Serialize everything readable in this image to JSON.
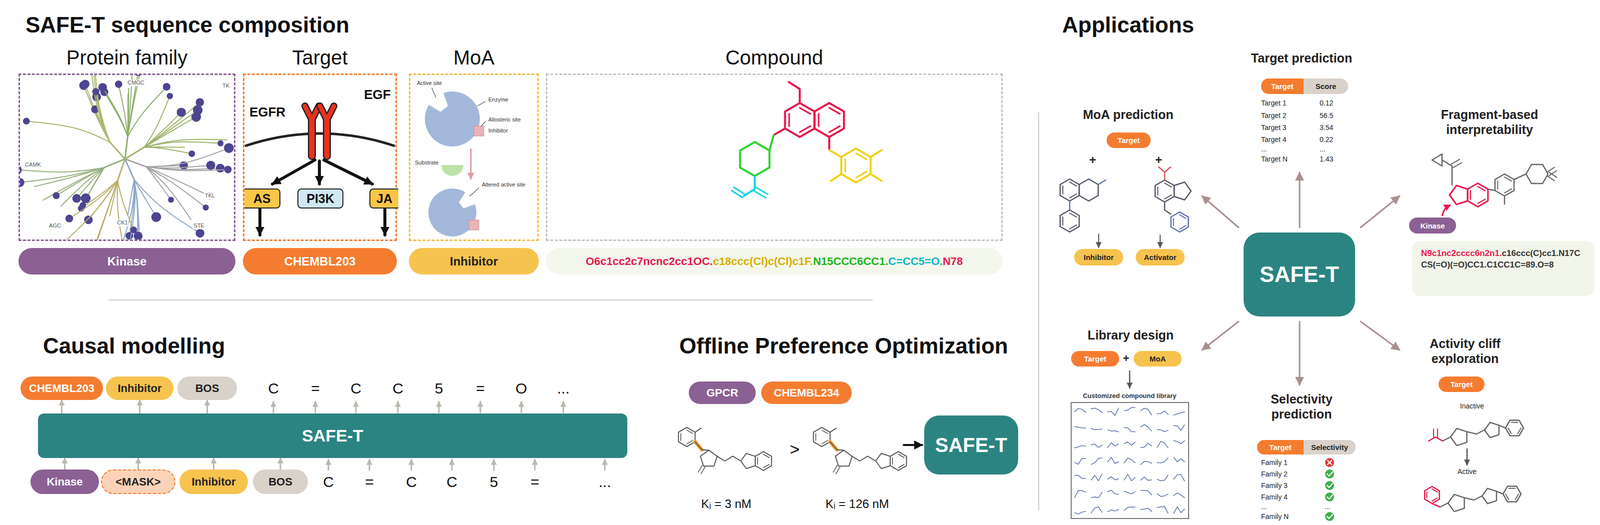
{
  "diagram": {
    "title": "SAFE-T sequence composition",
    "nodes": [
      {
        "text": [
          "Protein family"
        ]
      },
      {
        "text": [
          "Target"
        ]
      },
      {
        "text": [
          "AS"
        ],
        "in": 1
      },
      {
        "text": [
          "PI3K"
        ],
        "in": 1
      },
      {
        "text": [
          "JA"
        ],
        "in": 1
      },
      {
        "text": [
          "MoA"
        ]
      },
      {
        "text": [
          "Compound"
        ]
      },
      {
        "text": [
          "Kinase"
        ]
      },
      {
        "text": [
          "CHEMBL203"
        ]
      },
      {
        "text": [
          "Inhibitor"
        ]
      },
      {
        "text": [
          "O6c1cc2c7ncnc2cc1OC.",
          "c18ccc(Cl)c(Cl)c1F.",
          "N15CCC6CC1.",
          "C=CC5=O.",
          "N78"
        ]
      },
      {
        "text": [
          "CHEMBL203"
        ]
      },
      {
        "text": [
          "Inhibitor"
        ]
      },
      {
        "text": [
          "BOS"
        ]
      },
      {
        "text": [
          "SAFE-T"
        ]
      },
      {
        "text": [
          "Kinase"
        ]
      },
      {
        "text": [
          "<MASK>"
        ]
      },
      {
        "text": [
          "Inhibitor"
        ]
      },
      {
        "text": [
          "BOS"
        ]
      },
      {
        "text": [
          "GPCR"
        ]
      },
      {
        "text": [
          "CHEMBL234"
        ]
      },
      {
        "text": [
          "SAFE-T"
        ]
      },
      {
        "text": [
          "SAFE-T"
        ]
      },
      {
        "text": [
          "Target"
        ]
      },
      {
        "text": [
          "Inhibitor"
        ]
      },
      {
        "text": [
          "Activator"
        ]
      },
      {
        "text": [
          "Target"
        ]
      },
      {
        "text": [
          "Score"
        ]
      },
      {
        "text": [
          "Kinase"
        ]
      },
      {
        "text": [
          "N9c1nc2cccc6n2n1.",
          "c16ccc(C)cc1.N17CCS(=O)(=O)CC1.C1CC1C=89.O=8"
        ]
      },
      {
        "text": [
          "Target"
        ]
      },
      {
        "text": [
          "MoA"
        ]
      },
      {
        "text": [
          "Target"
        ]
      },
      {
        "text": [
          "Selectivity"
        ]
      },
      {
        "text": [
          "Target"
        ]
      }
    ],
    "edges": [
      {
        "from": 15,
        "to": 14,
        "arrow": "to"
      },
      {
        "from": 16,
        "to": 14,
        "arrow": "to"
      },
      {
        "from": 17,
        "to": 14,
        "arrow": "to"
      },
      {
        "from": 18,
        "to": 14,
        "arrow": "to"
      },
      {
        "from": 14,
        "to": 11,
        "arrow": "to"
      },
      {
        "from": 14,
        "to": 12,
        "arrow": "to"
      },
      {
        "from": 14,
        "to": 13,
        "arrow": "to"
      }
    ],
    "labels": [
      "Causal modelling",
      "Offline Preference Optimization",
      "Applications",
      "CMGC",
      "TK",
      "TKL",
      "STE",
      "CK1",
      "AGC",
      "CAMK",
      "EGF",
      "EGFR",
      "Active site",
      "Enzyme",
      "Allosteric site",
      "Inhibitor",
      "Substrate",
      "Altered active site",
      "C",
      "=",
      "C",
      "C",
      "5",
      "=",
      "O",
      "...",
      "C",
      "=",
      "C",
      "C",
      "5",
      "=",
      "...",
      "Kᵢ = 3 nM",
      ">",
      "Kᵢ = 126 nM",
      "Target prediction",
      "Target 1",
      "0.12",
      "Target 2",
      "56.5",
      "Target 3",
      "3.54",
      "Target 4",
      "0.22",
      "...",
      "...",
      "Target N",
      "1.43",
      "MoA prediction",
      "+",
      "+",
      "Fragment-based interpretability",
      "Library design",
      "+",
      "Customized compound library",
      "Selectivity prediction",
      "Family 1",
      "Family 2",
      "Family 3",
      "Family 4",
      "...",
      "...",
      "Family N",
      "Activity cliff exploration",
      "Inactive",
      "Active"
    ]
  }
}
